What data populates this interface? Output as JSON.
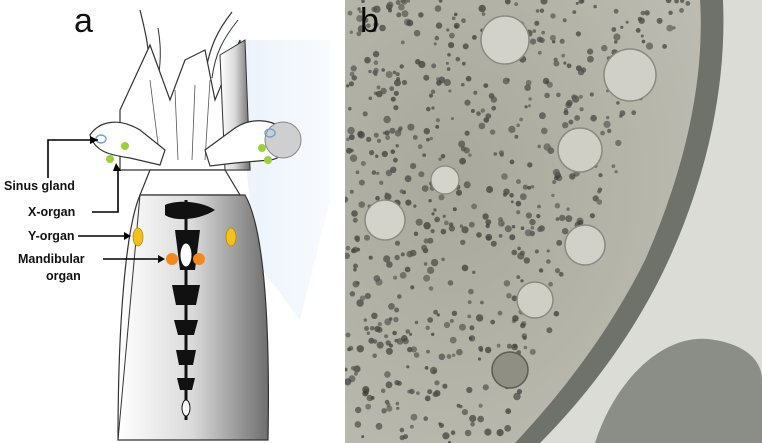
{
  "panels": {
    "a": {
      "letter": "a"
    },
    "b": {
      "letter": "b"
    }
  },
  "labels": {
    "sinus_gland": "Sinus gland",
    "x_organ": "X-organ",
    "y_organ": "Y-organ",
    "mandibular_1": "Mandibular",
    "mandibular_2": "organ"
  },
  "colors": {
    "sinus_gland": "#9fc4e8",
    "x_organ": "#9ccf3a",
    "y_organ": "#f2c21a",
    "mandibular_organ": "#f28a1a",
    "body_shade": "#8a8a8a",
    "micrograph_bg": "#d8d8d2",
    "membrane": "#6f726b"
  }
}
